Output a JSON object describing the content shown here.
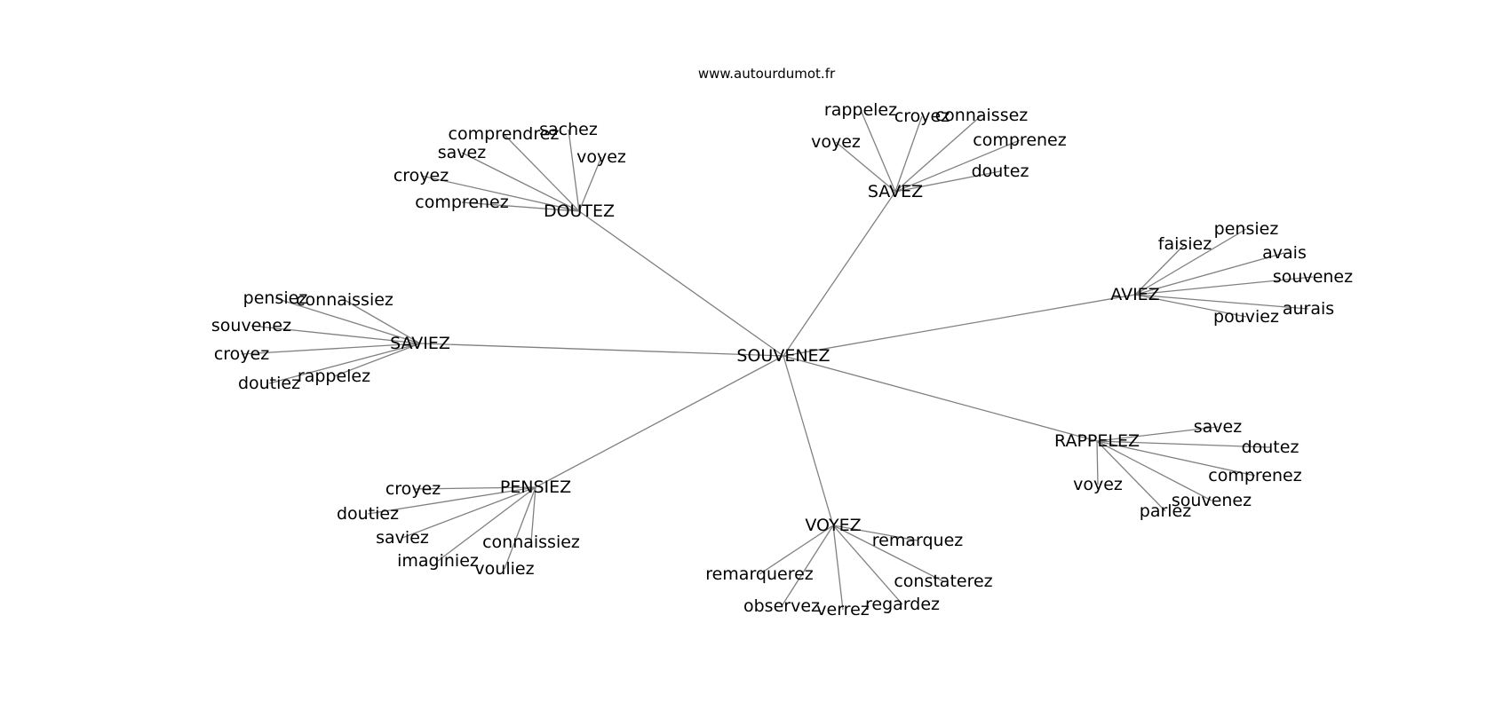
{
  "site": "www.autourdumot.fr",
  "colors": {
    "edge": "#808080",
    "text": "#000000",
    "background": "#ffffff"
  },
  "center": {
    "id": "souvenez",
    "label": "SOUVENEZ"
  },
  "hubs": [
    {
      "id": "doutez",
      "label": "DOUTEZ",
      "leaves": [
        "comprendrez",
        "sachez",
        "voyez",
        "savez",
        "croyez",
        "comprenez"
      ]
    },
    {
      "id": "savez",
      "label": "SAVEZ",
      "leaves": [
        "rappelez",
        "croyez",
        "connaissez",
        "voyez",
        "comprenez",
        "doutez"
      ]
    },
    {
      "id": "aviez",
      "label": "AVIEZ",
      "leaves": [
        "faisiez",
        "pensiez",
        "avais",
        "souvenez",
        "aurais",
        "pouviez"
      ]
    },
    {
      "id": "saviez",
      "label": "SAVIEZ",
      "leaves": [
        "pensiez",
        "connaissiez",
        "souvenez",
        "croyez",
        "rappelez",
        "doutiez"
      ]
    },
    {
      "id": "rappelez",
      "label": "RAPPELEZ",
      "leaves": [
        "savez",
        "doutez",
        "comprenez",
        "souvenez",
        "voyez",
        "parlez"
      ]
    },
    {
      "id": "pensiez",
      "label": "PENSIEZ",
      "leaves": [
        "croyez",
        "doutiez",
        "saviez",
        "connaissiez",
        "imaginiez",
        "vouliez"
      ]
    },
    {
      "id": "voyez",
      "label": "VOYEZ",
      "leaves": [
        "remarquez",
        "remarquerez",
        "constaterez",
        "observez",
        "verrez",
        "regardez"
      ]
    }
  ]
}
